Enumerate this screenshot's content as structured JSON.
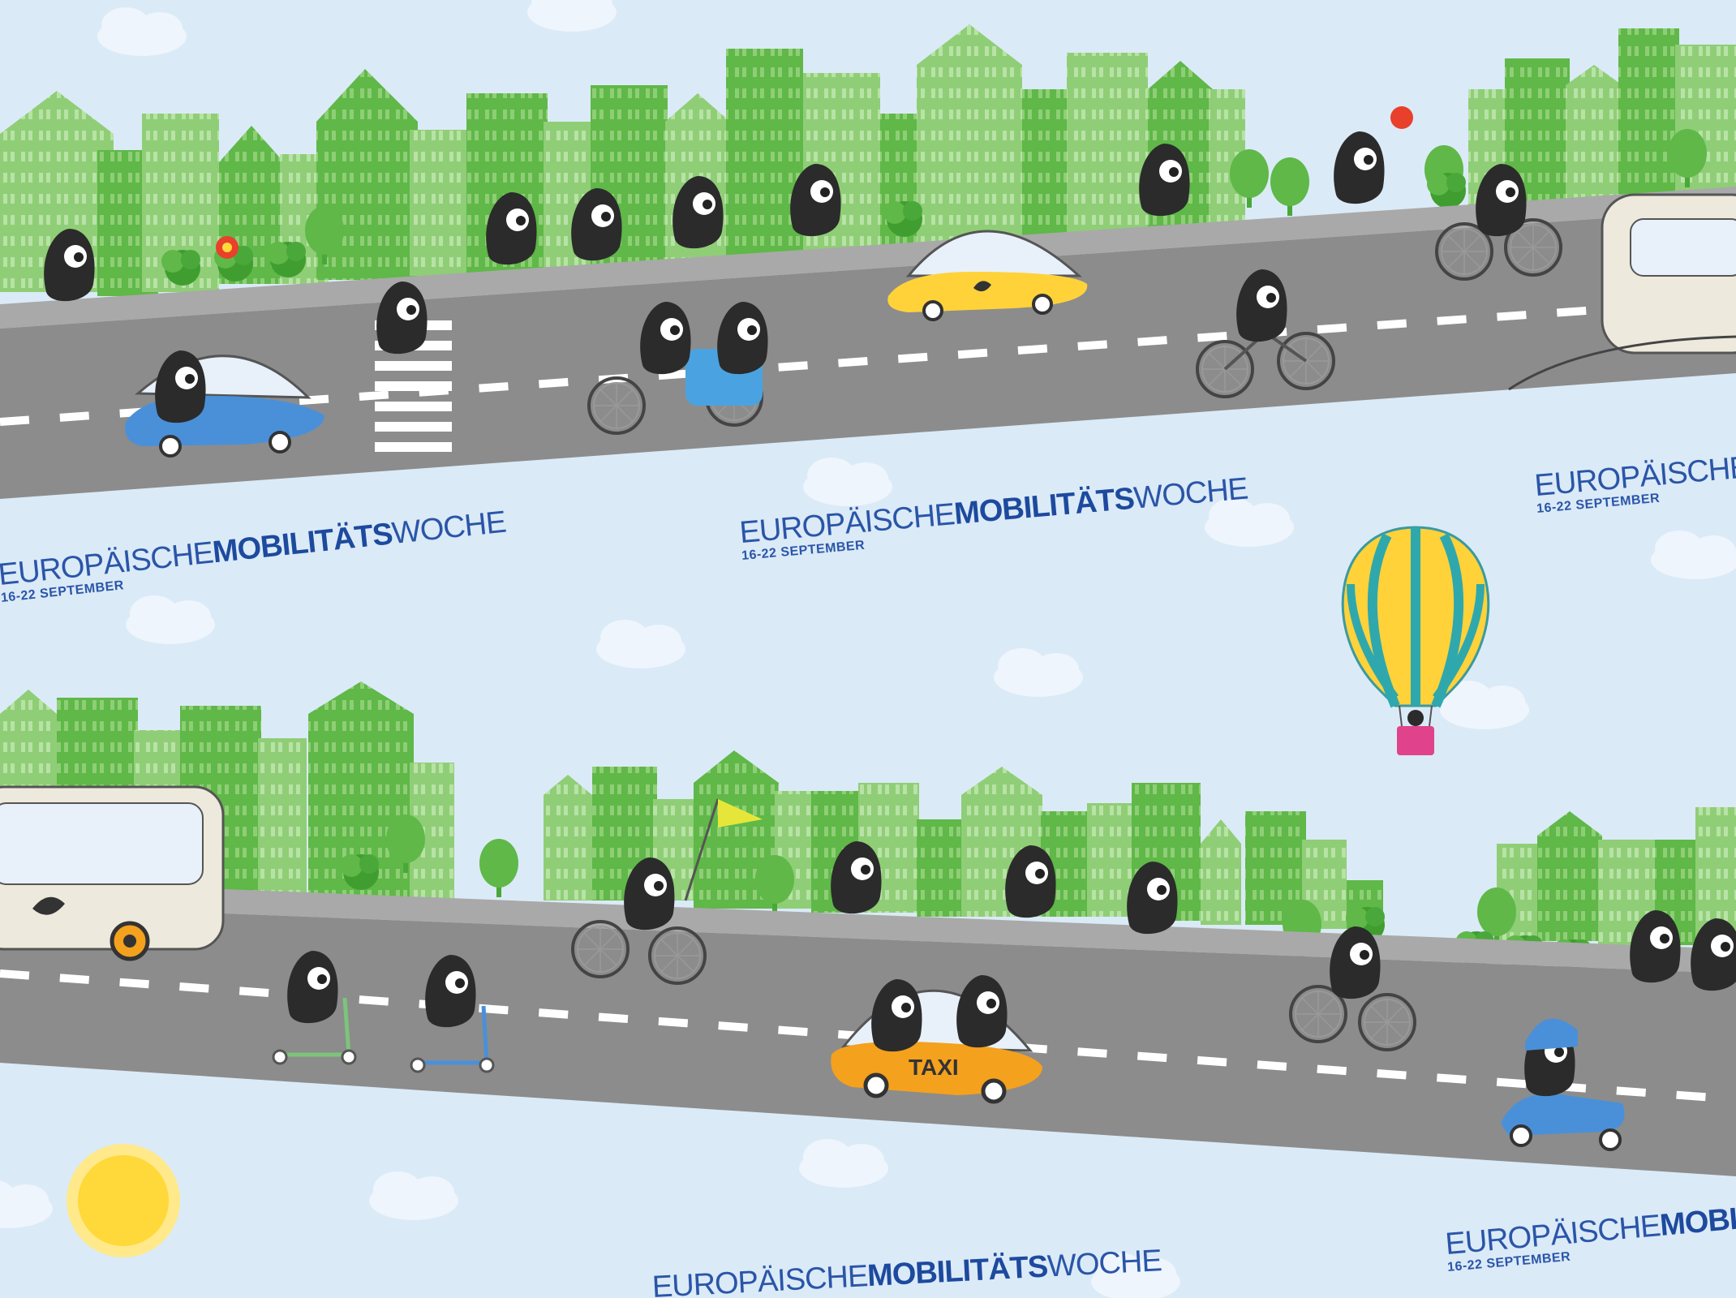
{
  "banner": {
    "word_light_1": "EUROPÄISCHE",
    "word_bold": "MOBILITÄTS",
    "word_light_2": "WOCHE",
    "dates": "16-22 SEPTEMBER",
    "partial_bold": "MO",
    "partial_bold_2": "MOBILITÄ"
  },
  "taxi_sign": "TAXI",
  "colors": {
    "sky": "#dbeaf7",
    "building_dark": "#5fb848",
    "building_light": "#8fce76",
    "road": "#8c8c8c",
    "brand_blue": "#2a55a8",
    "sun": "#ffd83a"
  },
  "icons": [
    "sun-icon",
    "hot-air-balloon-icon",
    "cloud-icon",
    "tree-icon",
    "bicycle-icon",
    "car-icon",
    "bus-icon",
    "tram-icon",
    "scooter-icon",
    "kick-scooter-icon",
    "taxi-icon",
    "leaf-icon"
  ]
}
